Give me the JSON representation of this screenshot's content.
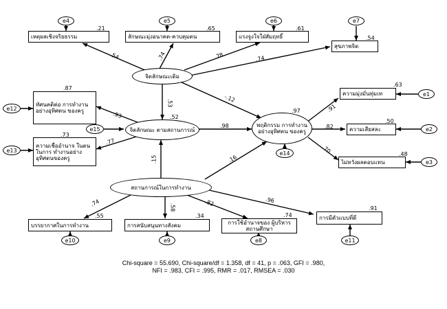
{
  "nodes": {
    "moral_reason": {
      "label": "เหตุผลเชิงจริยธรรม",
      "r2": ".21",
      "err": "e4"
    },
    "self_control": {
      "label": "ลักษณะมุ่งอนาคต-ควบคุมตน",
      "r2": ".65",
      "err": "e5"
    },
    "achievement": {
      "label": "แรงจูงใจใฝ่สัมฤทธิ์",
      "r2": ".61",
      "err": "e6"
    },
    "health": {
      "label": "สุขภาพจิต",
      "r2": ".54",
      "err": "e7"
    },
    "orig_traits": {
      "label": "จิตลักษณะเดิม"
    },
    "attitude": {
      "label": "ทัศนคติต่อ การทำงาน อย่างอุทิศตน ของครู",
      "r2": ".87",
      "err": "e12"
    },
    "situ_traits": {
      "label": "จิตลักษณะ ตามสถานการณ์",
      "r2": ".52",
      "err": "e15"
    },
    "belief": {
      "label": "ความเชื่ออำนาจ ในตนในการ ทำงานอย่าง อุทิศตนของครู",
      "r2": ".73",
      "err": "e13"
    },
    "behavior": {
      "label": "พฤติกรรม การทำงาน อย่างอุทิศตน ของครู",
      "r2": ".97",
      "err": "e14"
    },
    "commitment": {
      "label": "ความมุ่งมั่นทุ่มเท",
      "r2": ".63",
      "err": "e1"
    },
    "sacrifice": {
      "label": "ความเสียสละ",
      "r2": ".50",
      "err": "e2"
    },
    "no_reward": {
      "label": "ไม่หวังผลตอบแทน",
      "r2": ".48",
      "err": "e3"
    },
    "work_situation": {
      "label": "สถานการณ์ในการทำงาน"
    },
    "atmosphere": {
      "label": "บรรยากาศในการทำงาน",
      "r2": ".55",
      "err": "e10"
    },
    "social_support": {
      "label": "การสนับสนุนทางสังคม",
      "r2": ".34",
      "err": "e9"
    },
    "admin_power": {
      "label": "การใช้อำนาจของ ผู้บริหารสถานศึกษา",
      "r2": ".74",
      "err": "e8"
    },
    "role_model": {
      "label": "การมีตัวแบบที่ดี",
      "r2": ".91",
      "err": "e11"
    }
  },
  "paths": {
    "orig_moral": ".54",
    "orig_self": ".74",
    "orig_achieve": ".78",
    "orig_health": ".74",
    "orig_situ": ".53",
    "orig_behavior": "-.12",
    "situ_attitude": ".93",
    "situ_belief": ".77",
    "situ_behavior": ".98",
    "work_situ": ".15",
    "work_behavior": ".16",
    "work_atmos": ".74",
    "work_social": ".58",
    "work_admin": ".82",
    "work_model": ".96",
    "beh_commit": ".91",
    "beh_sacrifice": ".82",
    "beh_noreward": ".70"
  },
  "fit": {
    "line1": "Chi-square = 55.690, Chi-square/df = 1.358, df = 41, p = .063, GFI = .980,",
    "line2": "NFI = .983, CFI = .995, RMR = .017, RMSEA = .030"
  }
}
